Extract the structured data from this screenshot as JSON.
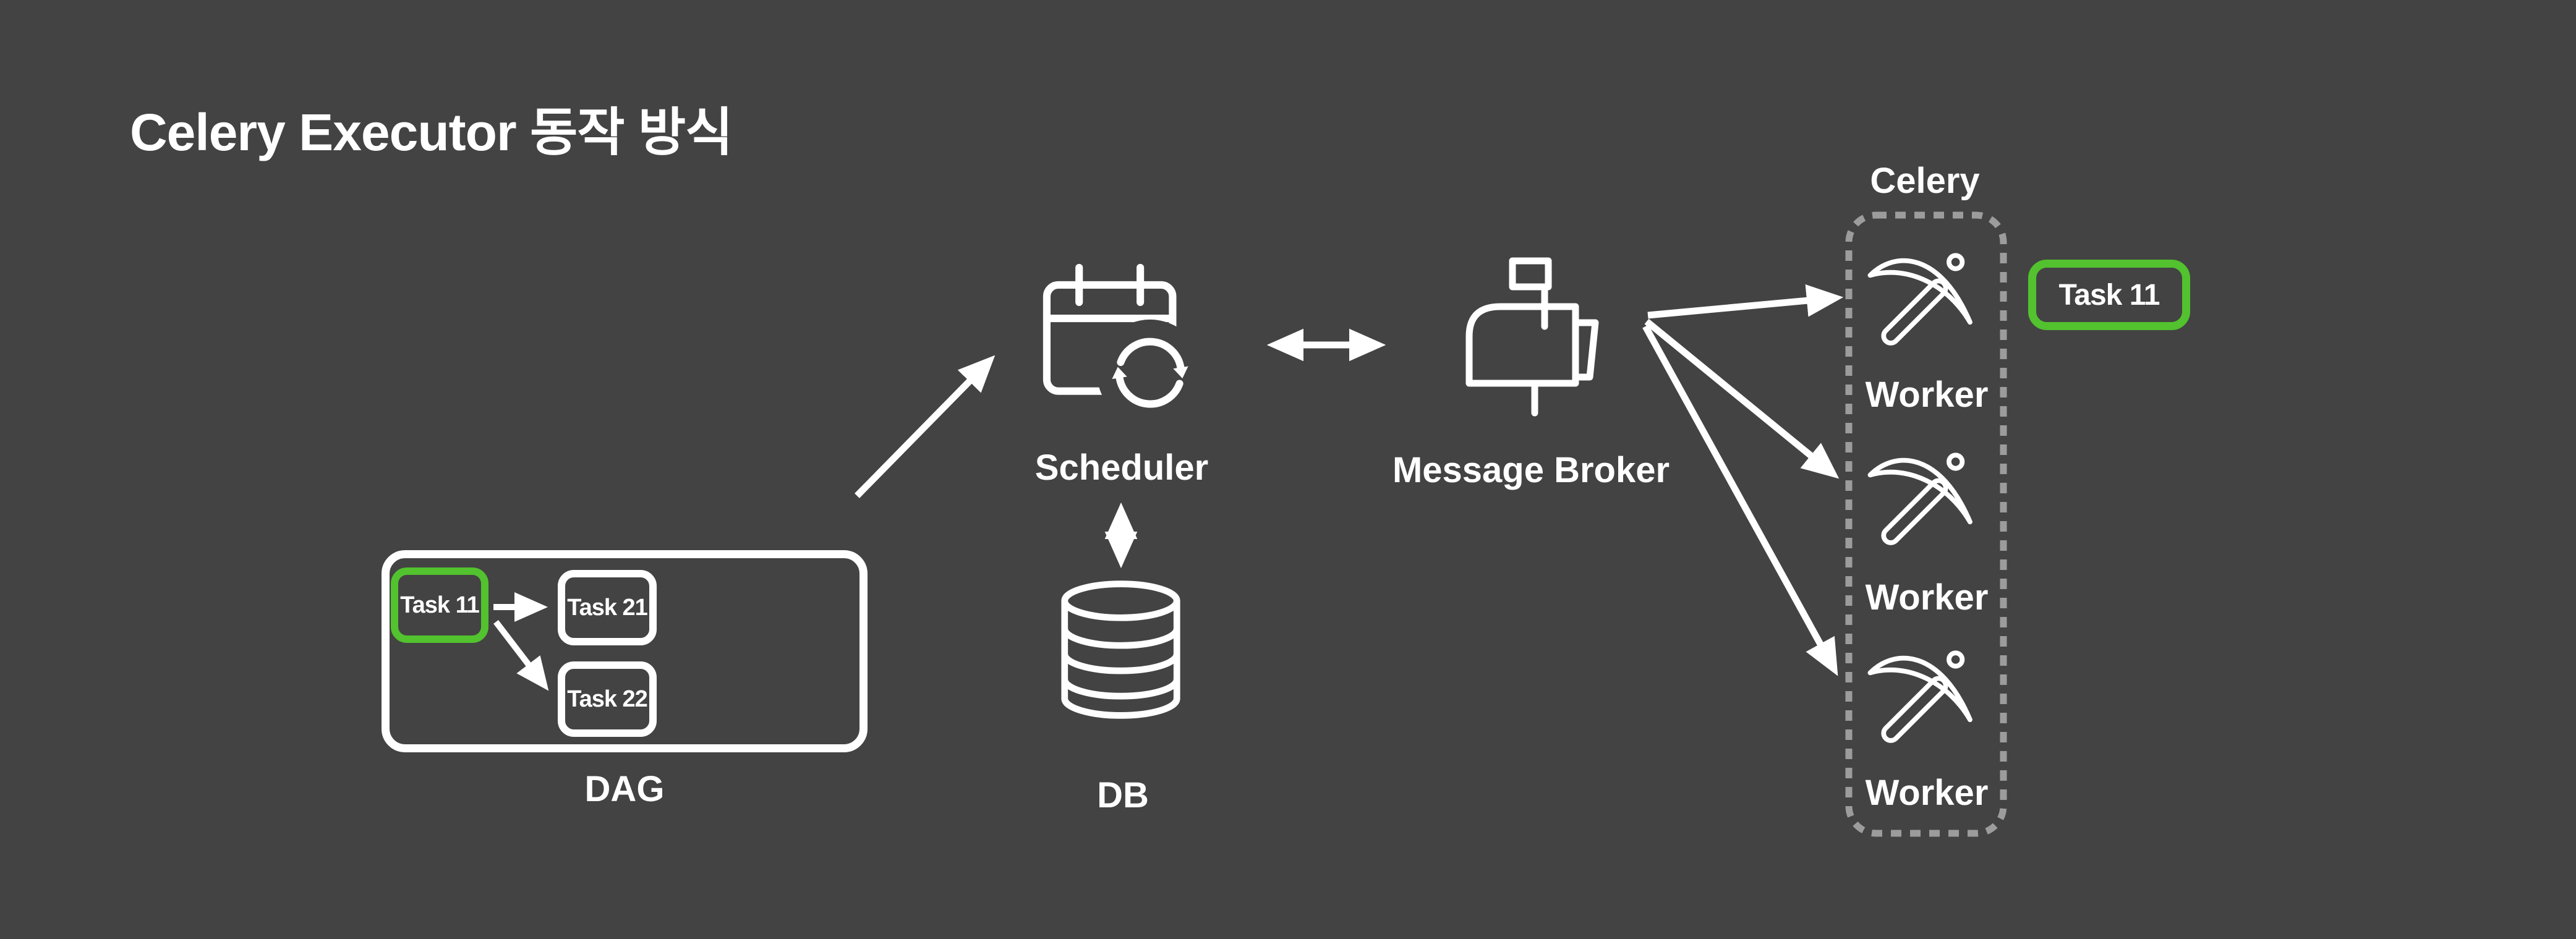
{
  "title": "Celery Executor 동작 방식",
  "colors": {
    "background": "#434343",
    "foreground": "#ffffff",
    "accent_green": "#52c22e",
    "dashed_border_gray": "#9c9c9c"
  },
  "dag": {
    "label": "DAG",
    "tasks": [
      {
        "label": "Task 11",
        "highlighted": true
      },
      {
        "label": "Task 21",
        "highlighted": false
      },
      {
        "label": "Task 22",
        "highlighted": false
      }
    ]
  },
  "scheduler": {
    "label": "Scheduler",
    "icon": "calendar-sync-icon"
  },
  "db": {
    "label": "DB",
    "icon": "database-icon"
  },
  "message_broker": {
    "label": "Message Broker",
    "icon": "mailbox-icon"
  },
  "celery": {
    "label": "Celery",
    "workers": [
      {
        "label": "Worker",
        "icon": "pickaxe-icon"
      },
      {
        "label": "Worker",
        "icon": "pickaxe-icon"
      },
      {
        "label": "Worker",
        "icon": "pickaxe-icon"
      }
    ],
    "assigned_task": {
      "label": "Task 11",
      "highlighted": true
    }
  }
}
